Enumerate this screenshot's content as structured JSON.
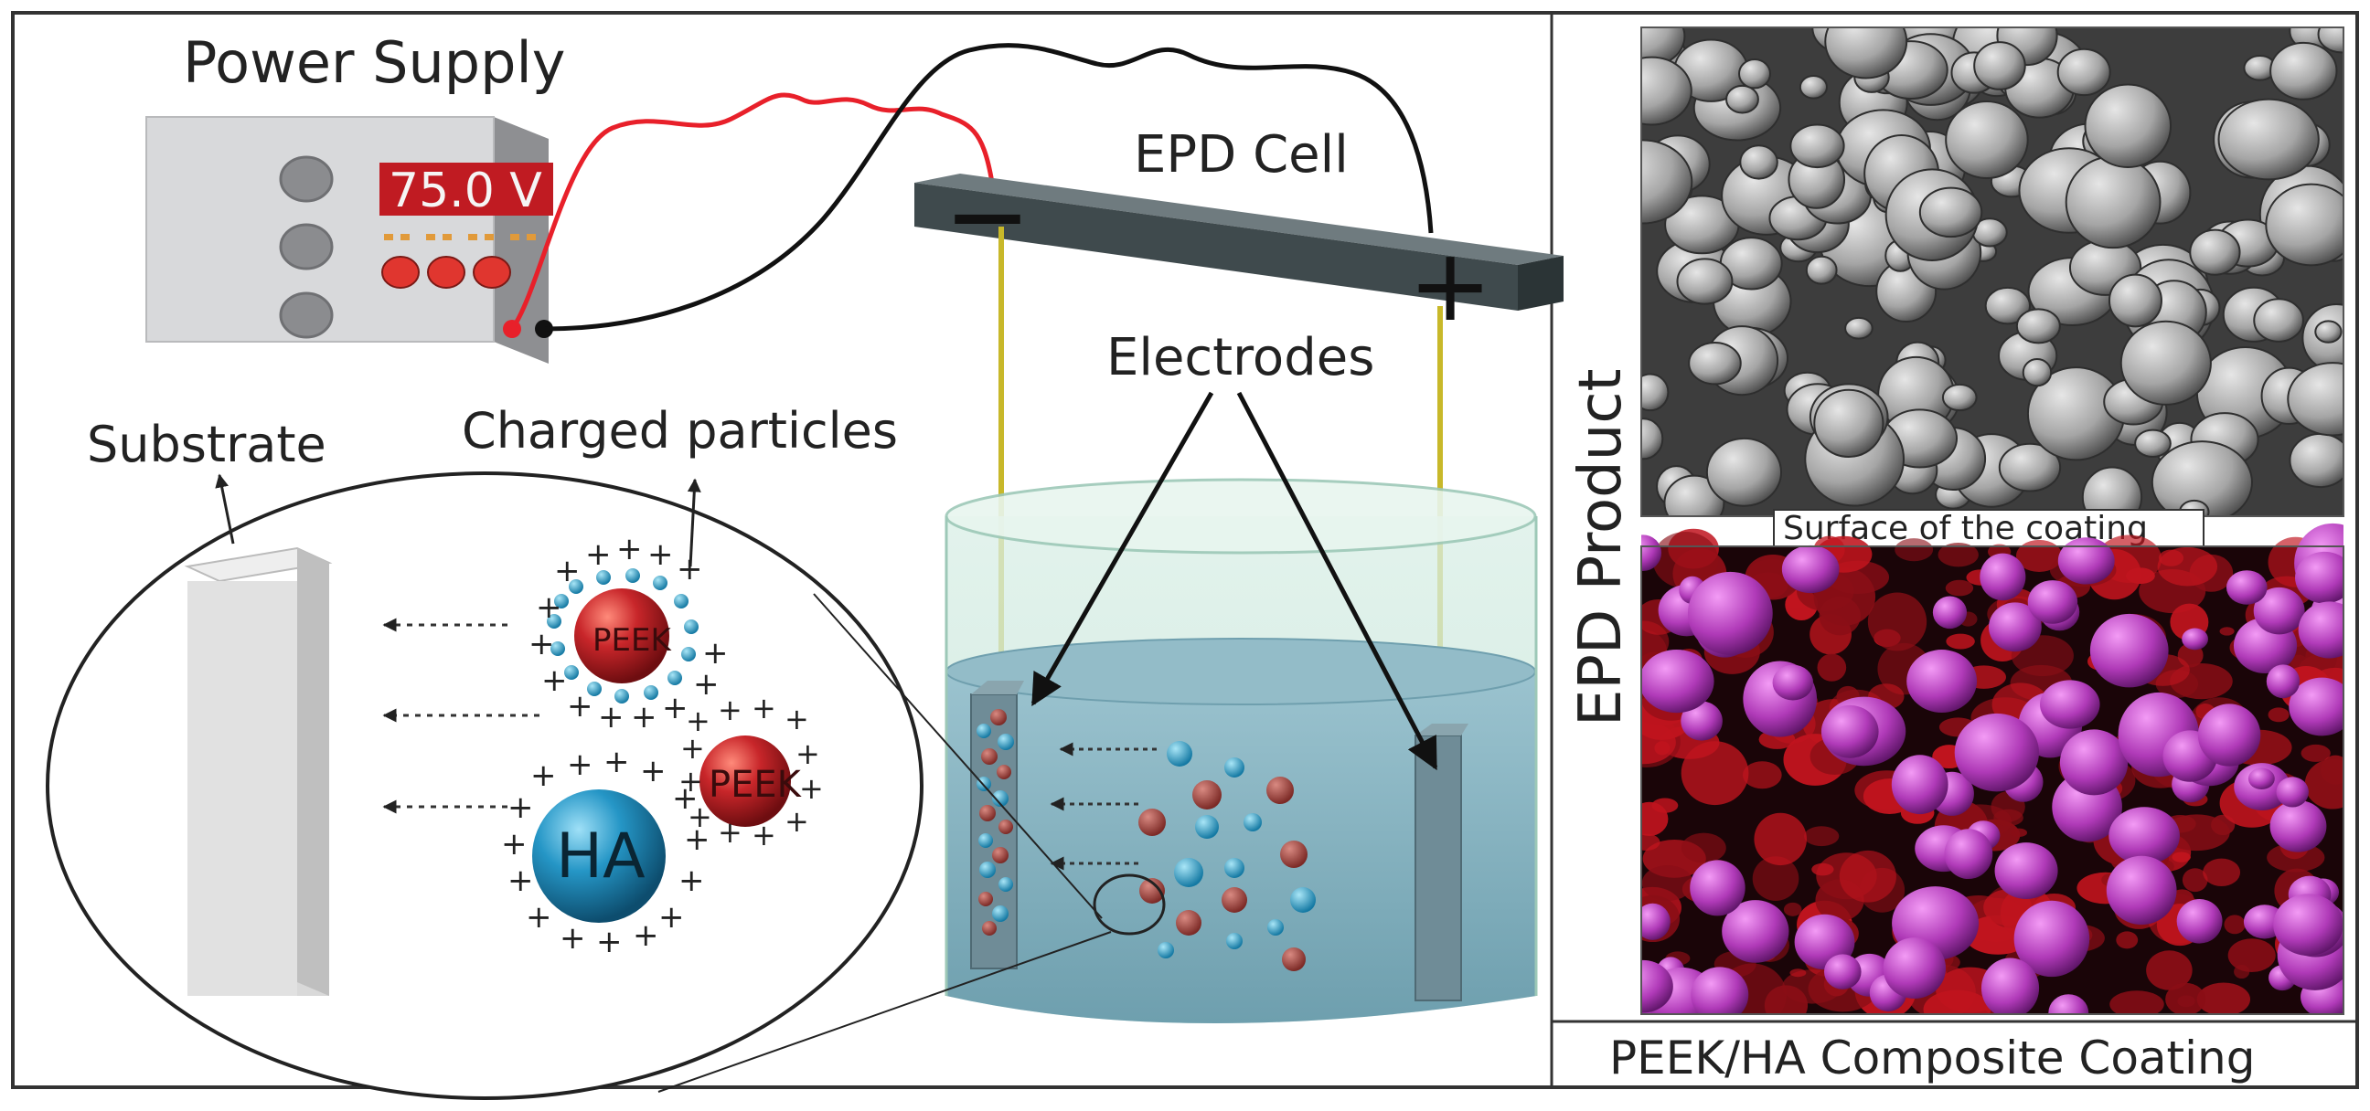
{
  "labels": {
    "power_supply": "Power Supply",
    "display_value": "75.0 V",
    "epd_cell": "EPD Cell",
    "electrodes": "Electrodes",
    "substrate": "Substrate",
    "charged_particles": "Charged particles",
    "peek_large": "PEEK",
    "peek_small": "PEEK",
    "ha": "HA",
    "minus_sign": "—",
    "plus_sign": "+",
    "epd_product": "EPD Product",
    "surface_caption": "Surface of the coating",
    "composite_caption": "PEEK/HA Composite Coating"
  },
  "colors": {
    "red_wire": "#e8202a",
    "black_wire": "#111111",
    "peek_red": "#b41e22",
    "ha_blue": "#1f8fc0",
    "beaker_liquid": "#86b4c2",
    "display_bg": "#c01b22",
    "sem_gray": "#8a8a8a",
    "map_magenta": "#b03ab8",
    "map_red": "#c0141e"
  }
}
